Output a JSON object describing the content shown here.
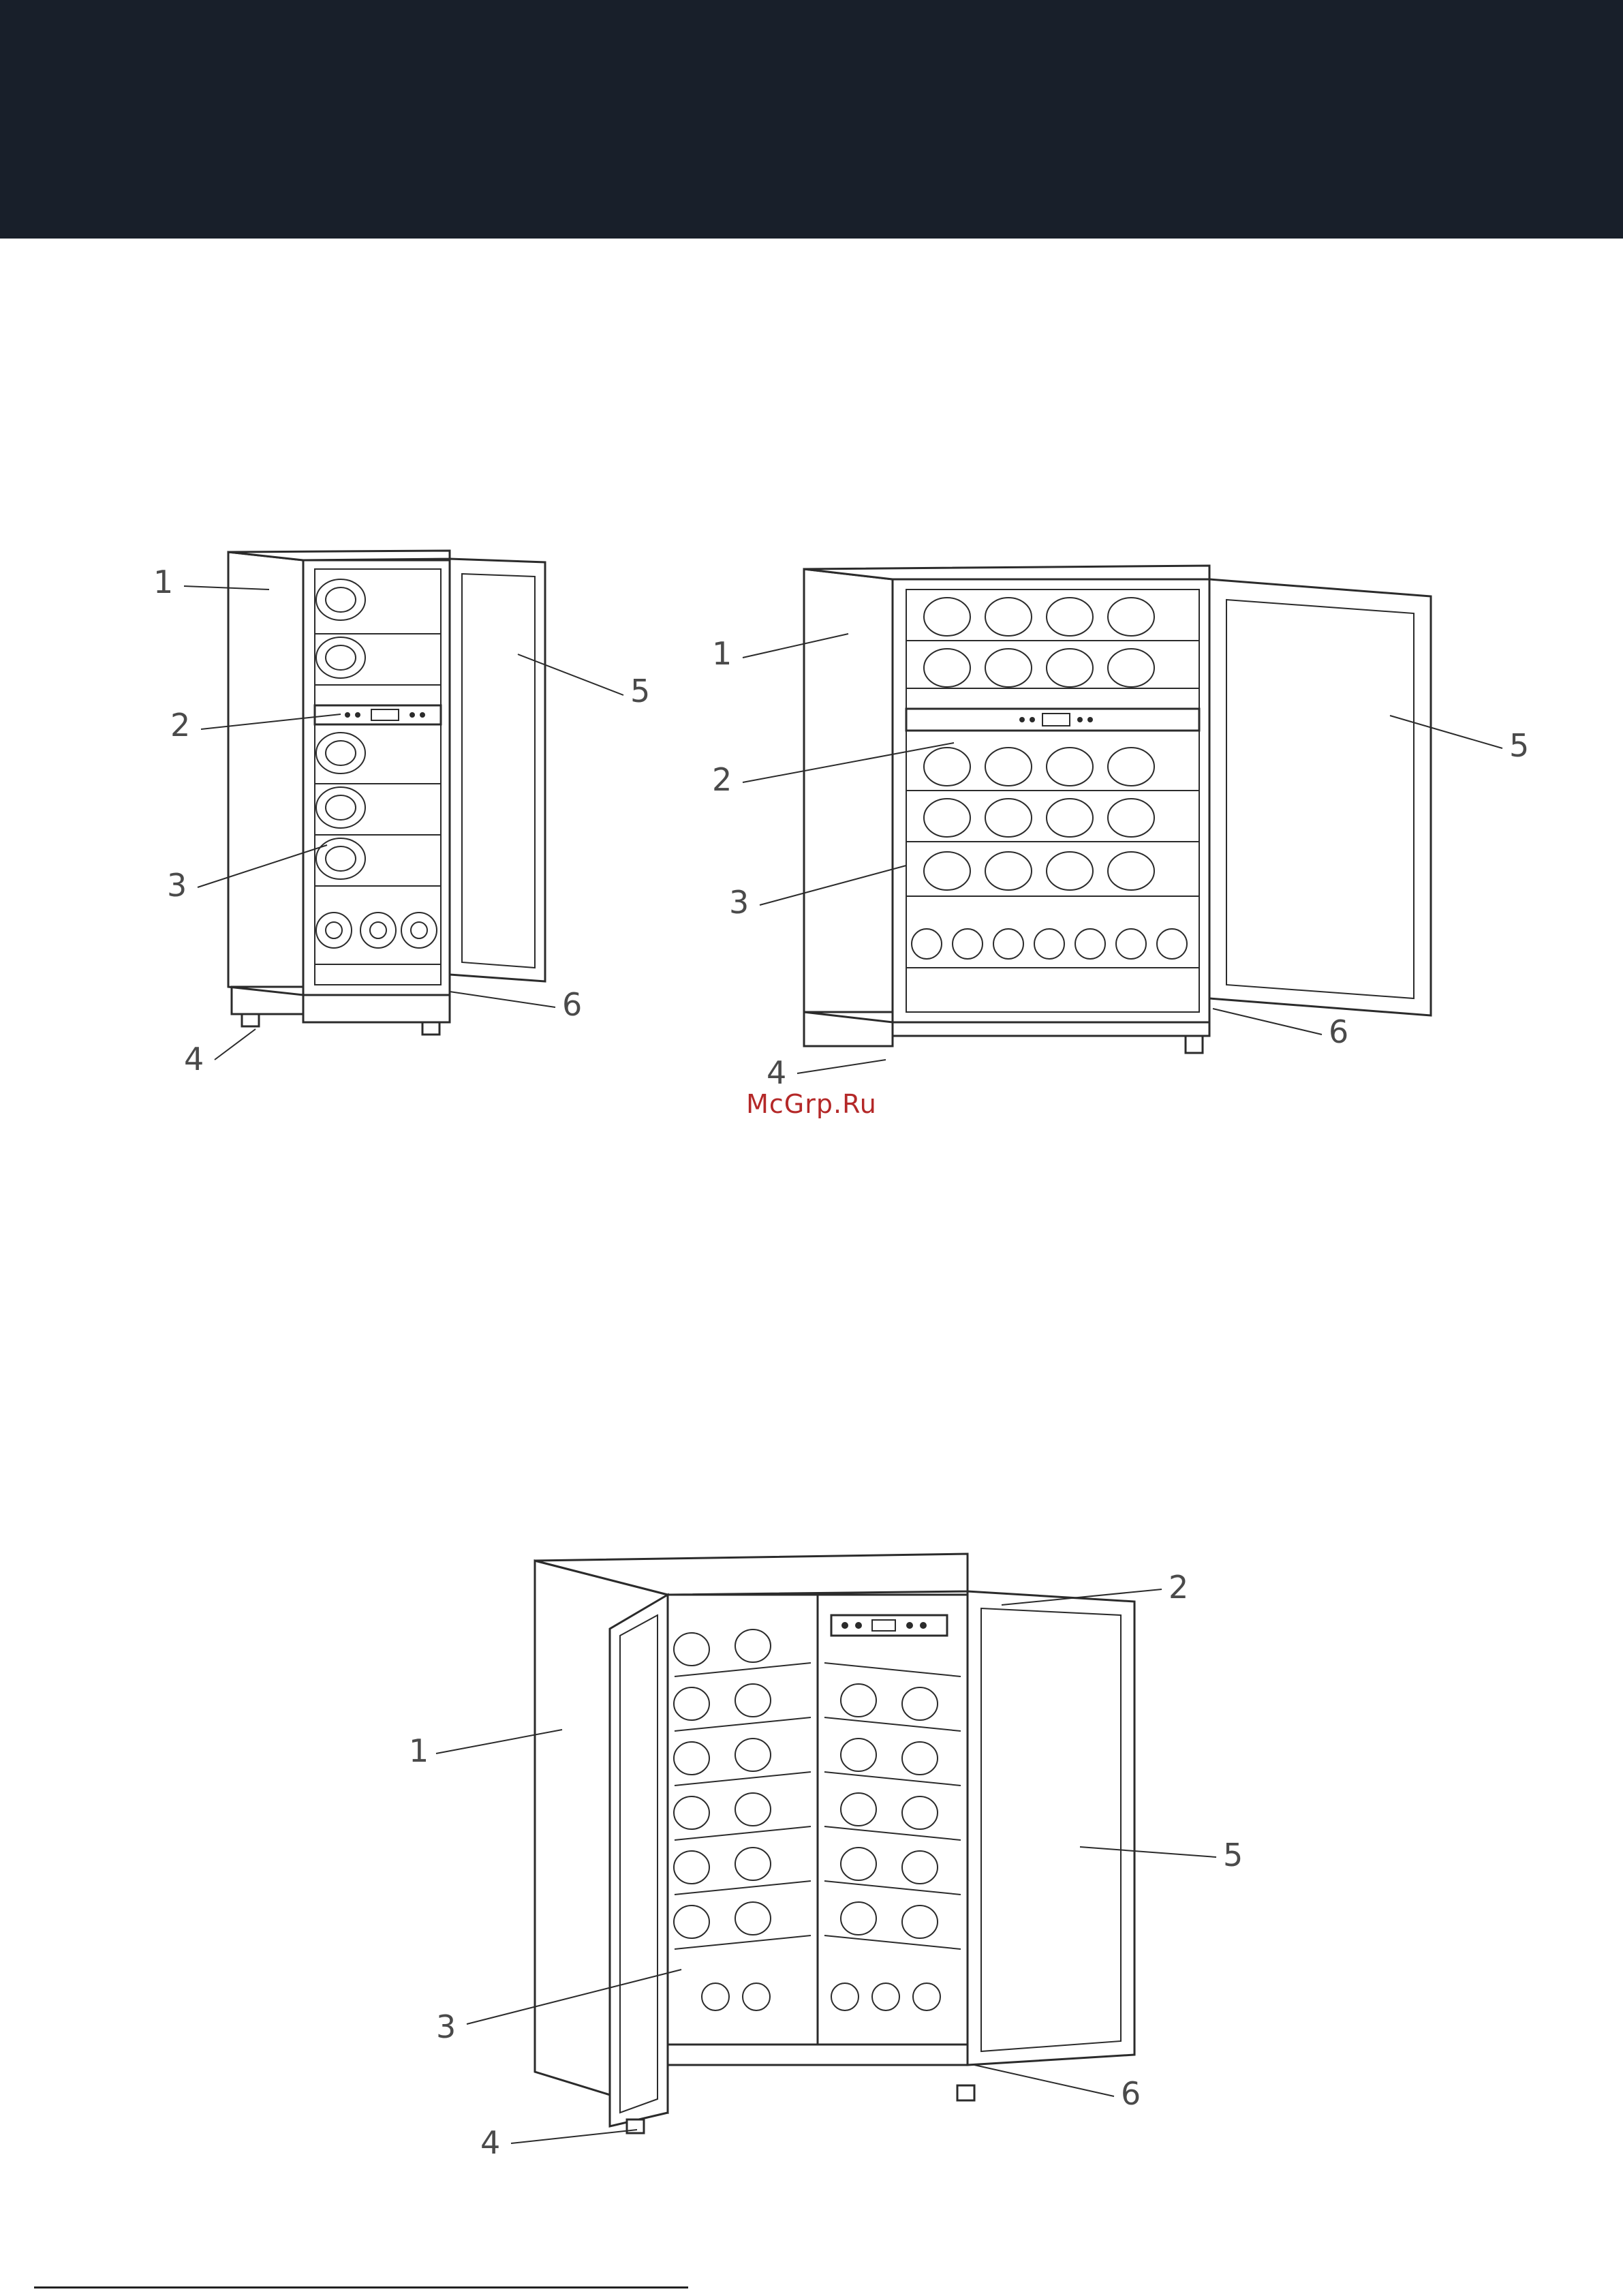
{
  "watermark": "McGrp.Ru",
  "figures": [
    {
      "name": "single-door-narrow-cooler",
      "callouts": [
        "1",
        "2",
        "3",
        "4",
        "5",
        "6"
      ]
    },
    {
      "name": "single-door-wide-cooler",
      "callouts": [
        "1",
        "2",
        "3",
        "4",
        "5",
        "6"
      ]
    },
    {
      "name": "double-door-cooler",
      "callouts": [
        "1",
        "2",
        "3",
        "4",
        "5",
        "6"
      ]
    }
  ],
  "colors": {
    "header": "#181f2a",
    "watermark": "#b42828"
  }
}
